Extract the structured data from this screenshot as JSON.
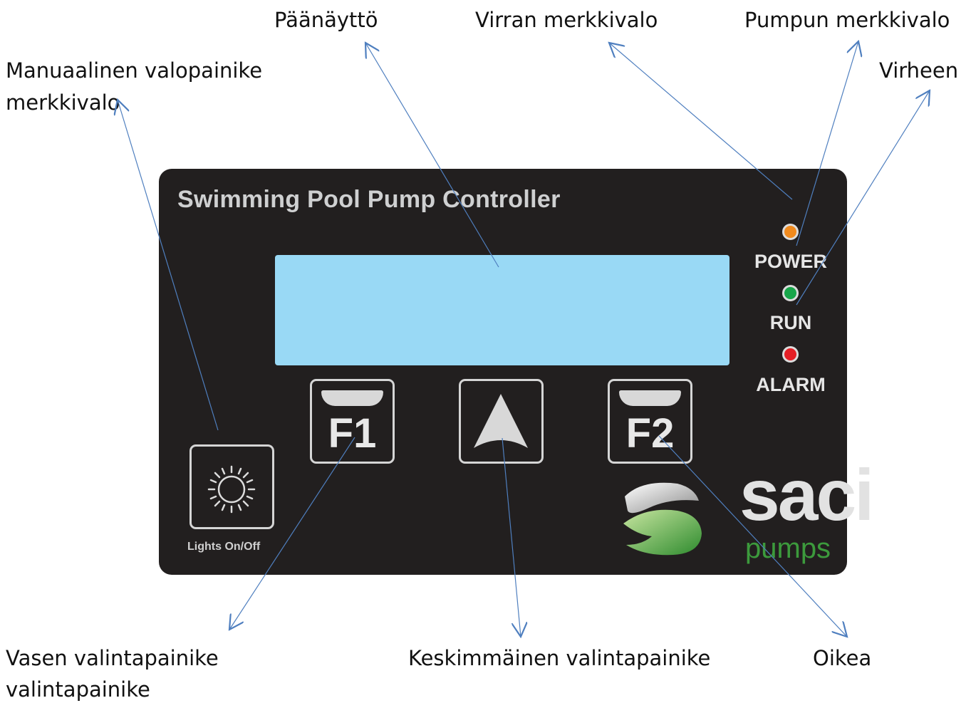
{
  "panel": {
    "title": "Swimming Pool Pump Controller",
    "lights_button_label": "Lights On/Off",
    "keys": {
      "left": "F1",
      "right": "F2"
    },
    "leds": [
      {
        "label": "POWER",
        "color": "#f08a1e"
      },
      {
        "label": "RUN",
        "color": "#18a64a"
      },
      {
        "label": "ALARM",
        "color": "#e51e25"
      }
    ],
    "lcd_color": "#99d9f5",
    "brand": {
      "name": "saci",
      "sub": "pumps"
    }
  },
  "callouts": {
    "main_display": "Päänäyttö",
    "power_indicator": "Virran merkkivalo",
    "pump_indicator": "Pumpun merkkivalo",
    "error": "Virheen",
    "manual_light_line1": "Manuaalinen valopainike",
    "manual_light_line2": "merkkivalo",
    "left_select_line1": "Vasen valintapainike",
    "left_select_line2": "valintapainike",
    "middle_select": "Keskimmäinen valintapainike",
    "right": "Oikea"
  }
}
